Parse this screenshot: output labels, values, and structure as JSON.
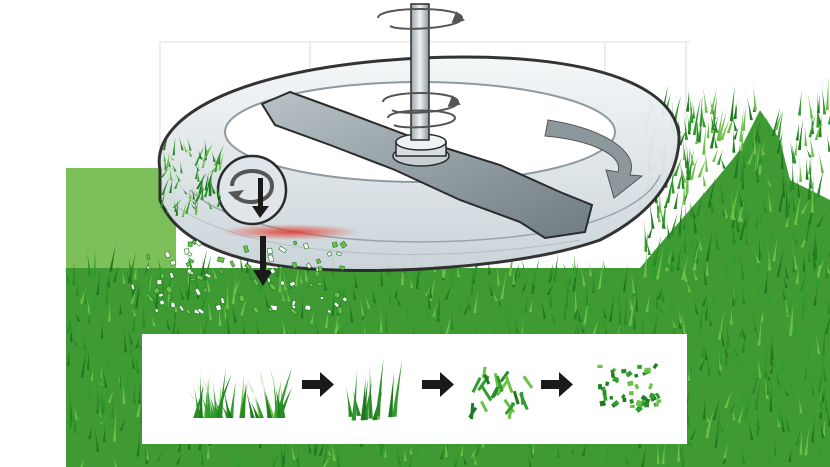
{
  "diagram": {
    "panels": [
      {
        "name": "grass-blades-uncut"
      },
      {
        "name": "grass-blades-cut-long"
      },
      {
        "name": "grass-clippings-cut-again"
      },
      {
        "name": "grass-clippings-fine-mulch"
      }
    ],
    "colors": {
      "grass_dark": "#1f7a1f",
      "grass_mid": "#2f9d2c",
      "grass_light": "#6cc04a",
      "lawn_ground": "#3f9a34",
      "light_green_block": "#7dc05a",
      "deck_shell": "#e6ecef",
      "deck_outline": "#2b2b2b",
      "blade": "#8c9aa0",
      "cut_highlight": "#e23b2e",
      "arrow": "#1a1a1a",
      "panel_bg": "#ffffff"
    }
  }
}
